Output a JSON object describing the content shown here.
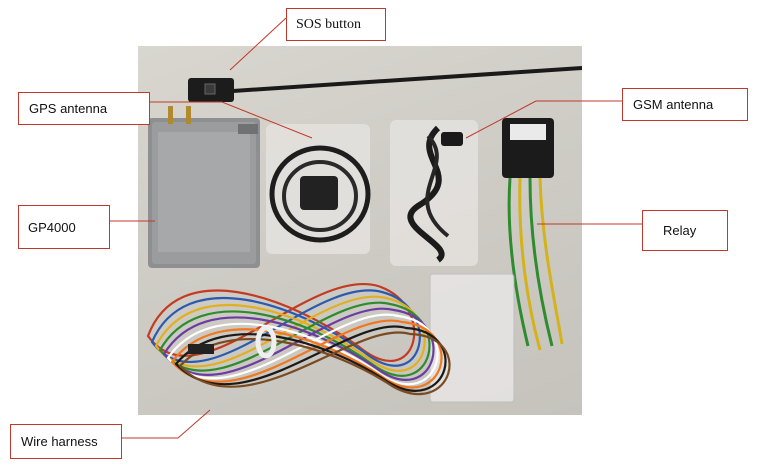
{
  "labels": {
    "sos_button": "SOS button",
    "gps_antenna": "GPS antenna",
    "gsm_antenna": "GSM antenna",
    "gp4000": "GP4000",
    "relay": "Relay",
    "wire_harness": "Wire harness"
  },
  "colors": {
    "leader_line": "#c0392b",
    "label_border": "#c0392b"
  }
}
